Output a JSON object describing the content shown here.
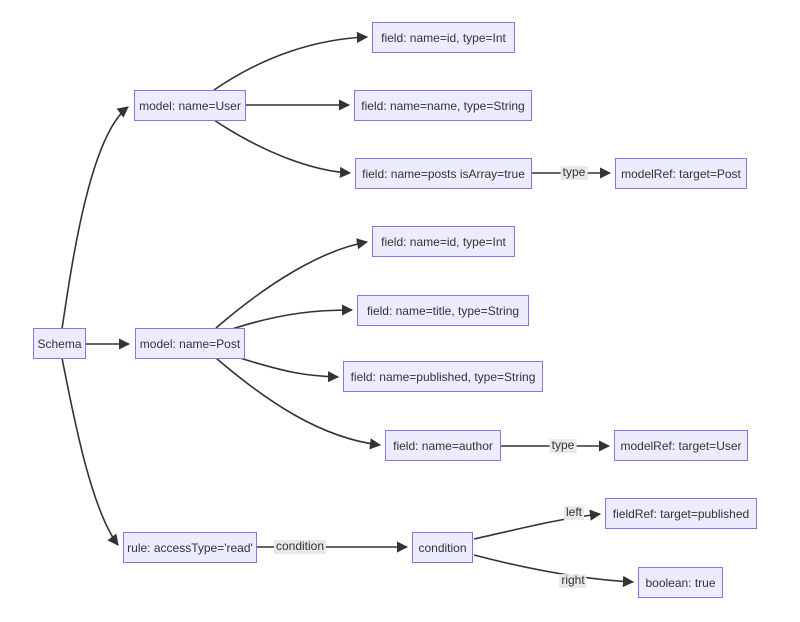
{
  "diagram": {
    "type": "flowchart-left-to-right",
    "colors": {
      "node_fill": "#ECECFF",
      "node_border": "#9370DB",
      "edge": "#333333",
      "text": "#333333",
      "edge_label_bg": "#e8e8e8",
      "background": "#ffffff"
    },
    "nodes": {
      "schema": {
        "label": "Schema"
      },
      "model_user": {
        "label": "model: name=User"
      },
      "user_field_id": {
        "label": "field: name=id, type=Int"
      },
      "user_field_name": {
        "label": "field: name=name, type=String"
      },
      "user_field_posts": {
        "label": "field: name=posts isArray=true"
      },
      "modelref_post": {
        "label": "modelRef: target=Post"
      },
      "model_post": {
        "label": "model: name=Post"
      },
      "post_field_id": {
        "label": "field: name=id, type=Int"
      },
      "post_field_title": {
        "label": "field: name=title, type=String"
      },
      "post_field_published": {
        "label": "field: name=published, type=String"
      },
      "post_field_author": {
        "label": "field: name=author"
      },
      "modelref_user": {
        "label": "modelRef: target=User"
      },
      "rule": {
        "label": "rule: accessType='read'"
      },
      "condition": {
        "label": "condition"
      },
      "fieldref_published": {
        "label": "fieldRef: target=published"
      },
      "boolean_true": {
        "label": "boolean: true"
      }
    },
    "edge_labels": {
      "posts_type": "type",
      "author_type": "type",
      "rule_condition": "condition",
      "left": "left",
      "right": "right"
    }
  }
}
